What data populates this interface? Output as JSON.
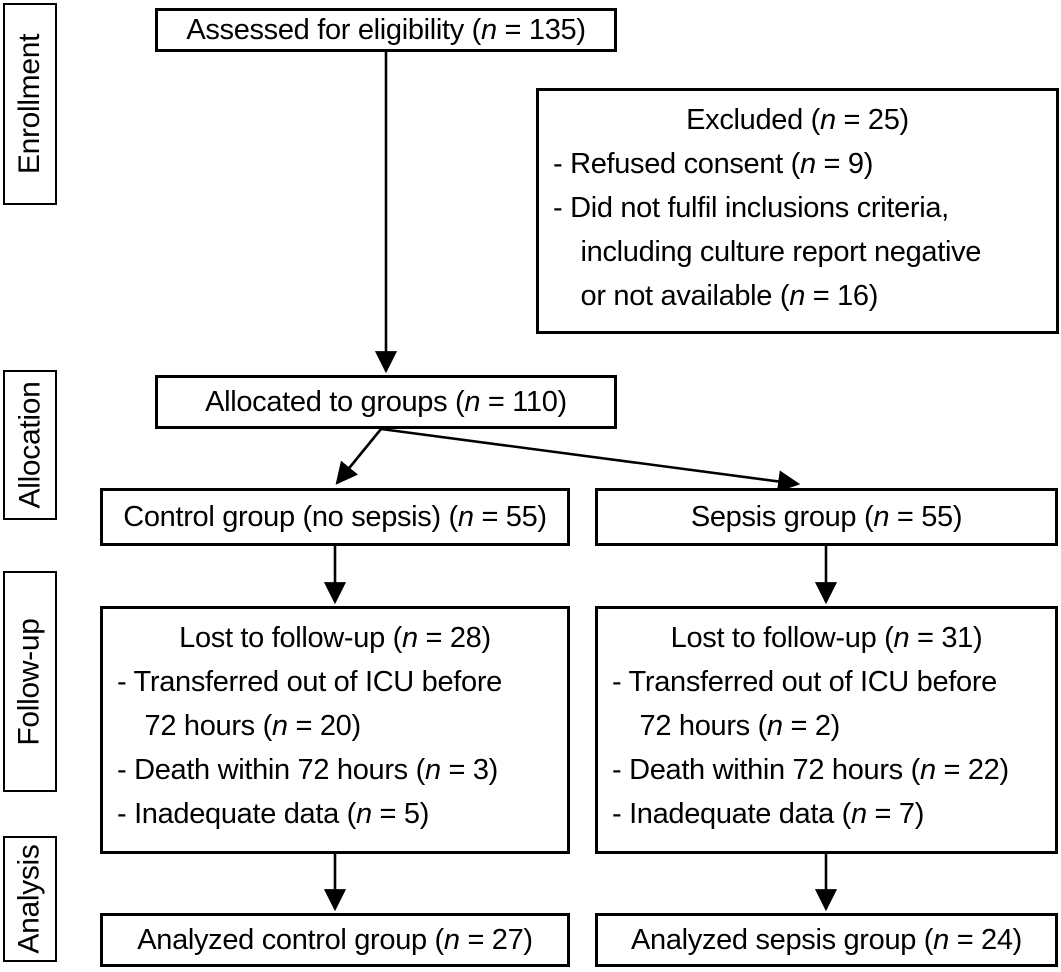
{
  "figure": {
    "background": "#ffffff",
    "line_color": "#000000",
    "text_color": "#000000"
  },
  "stages": [
    {
      "label": "Enrollment"
    },
    {
      "label": "Allocation"
    },
    {
      "label": "Follow-up"
    },
    {
      "label": "Analysis"
    }
  ],
  "boxes": {
    "assessed": {
      "text": "Assessed for eligibility (n = 135)"
    },
    "excluded": {
      "title": "Excluded (n = 25)",
      "items": [
        "- Refused consent (n = 9)",
        "- Did not fulfil inclusions criteria,\nincluding culture report negative\nor not available (n = 16)"
      ]
    },
    "allocated": {
      "text": "Allocated to groups (n = 110)"
    },
    "control_group": {
      "text": "Control group (no sepsis) (n = 55)"
    },
    "sepsis_group": {
      "text": "Sepsis group (n = 55)"
    },
    "control_followup": {
      "title": "Lost to follow-up (n = 28)",
      "items": [
        "- Transferred out of ICU before\n72 hours (n = 20)",
        "- Death within 72 hours (n = 3)",
        "- Inadequate data (n = 5)"
      ]
    },
    "sepsis_followup": {
      "title": "Lost to follow-up (n = 31)",
      "items": [
        "- Transferred out of ICU before\n72 hours (n = 2)",
        "- Death within 72 hours (n = 22)",
        "- Inadequate data (n = 7)"
      ]
    },
    "control_analyzed": {
      "text": "Analyzed control group (n = 27)"
    },
    "sepsis_analyzed": {
      "text": "Analyzed sepsis group (n = 24)"
    }
  }
}
